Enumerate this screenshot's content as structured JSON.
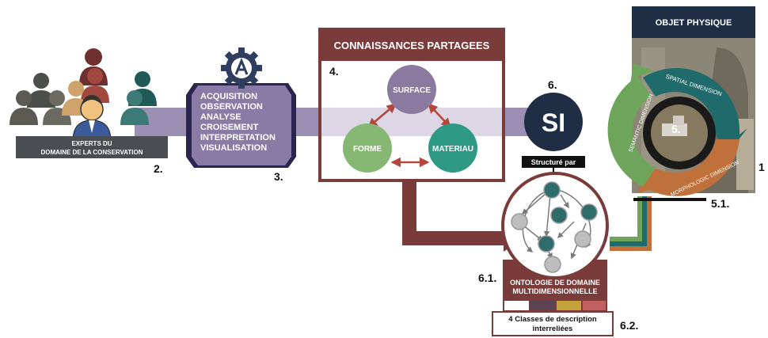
{
  "experts": {
    "label_line1": "EXPERTS DU",
    "label_line2": "DOMAINE DE LA CONSERVATION",
    "number": "2."
  },
  "process": {
    "steps": [
      "ACQUISITION",
      "OBSERVATION",
      "ANALYSE",
      "CROISEMENT",
      "INTERPRETATION",
      "VISUALISATION"
    ],
    "number": "3."
  },
  "knowledge": {
    "title": "CONNAISSANCES PARTAGEES",
    "number": "4.",
    "nodes": {
      "surface": "SURFACE",
      "forme": "FORME",
      "materiau": "MATERIAU"
    }
  },
  "si": {
    "label": "SI",
    "number": "6.",
    "structured_by": "Structuré par"
  },
  "ontology": {
    "title_line1": "ONTOLOGIE DE DOMAINE",
    "title_line2": "MULTIDIMENSIONNELLE",
    "number": "6.1.",
    "classes_line1": "4 Classes de description",
    "classes_line2": "interreliées",
    "classes_number": "6.2."
  },
  "object": {
    "title": "OBJET PHYSIQUE",
    "number": "1",
    "center_number": "5.",
    "ring_number": "5.1.",
    "dimensions": {
      "spatial": "SPATIAL DIMENSION",
      "morphologic": "MORPHOLOGIC DIMENSION",
      "semantic": "SEMANTIC DIMENSION"
    }
  },
  "colors": {
    "band": "#8a7ba6",
    "maroon": "#7a3b3b",
    "navy": "#1f2d45",
    "teal": "#1f6b6b",
    "green": "#6ea55a",
    "orange": "#c0703a",
    "surface_node": "#8b7aa0",
    "forme_node": "#86b873",
    "materiau_node": "#2e9a86"
  }
}
